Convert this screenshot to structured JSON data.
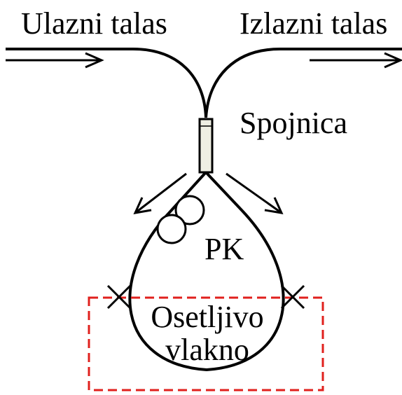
{
  "labels": {
    "input_wave": "Ulazni talas",
    "output_wave": "Izlazni talas",
    "coupler": "Spojnica",
    "polarization_controller": "PK",
    "sensing_fiber_line1": "Osetljivo",
    "sensing_fiber_line2": "vlakno"
  },
  "colors": {
    "line": "#000000",
    "coupler_fill": "#efefe3",
    "sensing_region_border": "#e0201d",
    "background": "#ffffff"
  }
}
